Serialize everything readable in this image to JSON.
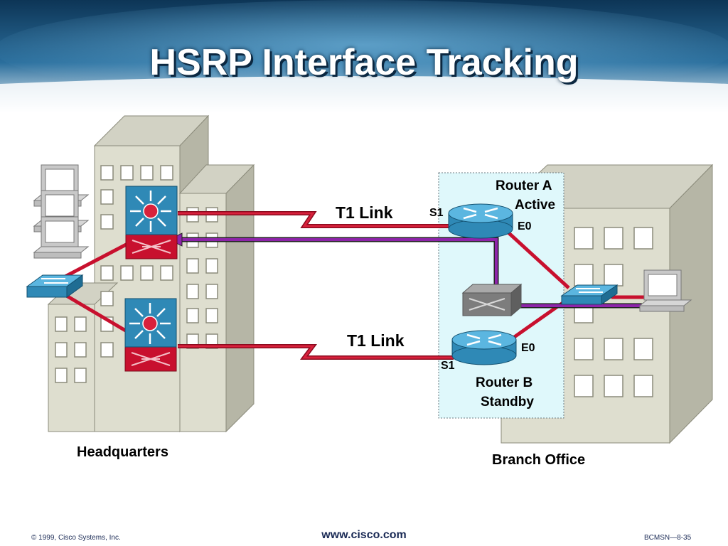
{
  "slide": {
    "title": "HSRP Interface Tracking"
  },
  "labels": {
    "t1_link_top": "T1 Link",
    "t1_link_bottom": "T1 Link",
    "router_a_name": "Router A",
    "router_a_state": "Active",
    "router_b_name": "Router B",
    "router_b_state": "Standby",
    "router_a_serial": "S1",
    "router_a_ethernet": "E0",
    "router_b_serial": "S1",
    "router_b_ethernet": "E0",
    "headquarters": "Headquarters",
    "branch_office": "Branch Office"
  },
  "footer": {
    "copyright": "© 1999, Cisco Systems, Inc.",
    "url": "www.cisco.com",
    "slide_ref": "BCMSN—8-35"
  },
  "colors": {
    "banner_blue": "#1d5a8a",
    "link_red": "#c8102e",
    "tracking_purple": "#7b1fa2",
    "router_blue": "#2f89b6",
    "branch_highlight": "#dff8fb"
  },
  "icons": [
    "multilayer-switch-icon",
    "router-icon",
    "workgroup-switch-icon",
    "pc-icon",
    "building-icon"
  ]
}
